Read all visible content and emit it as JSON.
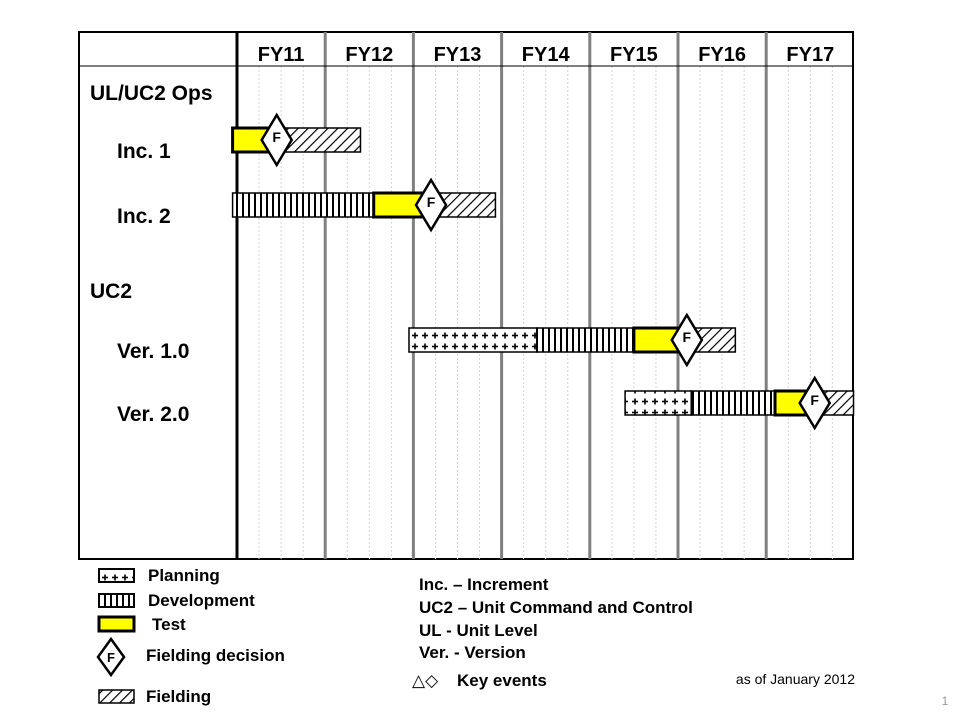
{
  "chart_data": {
    "type": "gantt",
    "time_unit": "fiscal year",
    "periods": [
      "FY11",
      "FY12",
      "FY13",
      "FY14",
      "FY15",
      "FY16",
      "FY17"
    ],
    "groups": [
      {
        "label": "UL/UC2 Ops",
        "rows": [
          {
            "label": "Inc. 1",
            "segments": [
              {
                "phase": "test",
                "start": -0.05,
                "end": 0.45
              },
              {
                "phase": "fielding",
                "start": 0.45,
                "end": 1.4
              }
            ],
            "fielding_decision": 0.45
          },
          {
            "label": "Inc. 2",
            "segments": [
              {
                "phase": "development",
                "start": -0.05,
                "end": 1.55
              },
              {
                "phase": "test",
                "start": 1.55,
                "end": 2.2
              },
              {
                "phase": "fielding",
                "start": 2.2,
                "end": 2.93
              }
            ],
            "fielding_decision": 2.2
          }
        ]
      },
      {
        "label": "UC2",
        "rows": [
          {
            "label": "Ver. 1.0",
            "segments": [
              {
                "phase": "planning",
                "start": 1.95,
                "end": 3.4
              },
              {
                "phase": "development",
                "start": 3.4,
                "end": 4.5
              },
              {
                "phase": "test",
                "start": 4.5,
                "end": 5.1
              },
              {
                "phase": "fielding",
                "start": 5.1,
                "end": 5.65
              }
            ],
            "fielding_decision": 5.1
          },
          {
            "label": "Ver. 2.0",
            "segments": [
              {
                "phase": "planning",
                "start": 4.4,
                "end": 5.15
              },
              {
                "phase": "development",
                "start": 5.15,
                "end": 6.1
              },
              {
                "phase": "test",
                "start": 6.1,
                "end": 6.55
              },
              {
                "phase": "fielding",
                "start": 6.55,
                "end": 6.99
              }
            ],
            "fielding_decision": 6.55
          }
        ]
      }
    ]
  },
  "decision_letter": "F",
  "legend": {
    "items": [
      {
        "key": "planning",
        "label": "Planning"
      },
      {
        "key": "development",
        "label": "Development"
      },
      {
        "key": "test",
        "label": "Test"
      },
      {
        "key": "decision",
        "label": "Fielding decision"
      },
      {
        "key": "fielding",
        "label": "Fielding"
      }
    ],
    "abbreviations": [
      "Inc. – Increment",
      "UC2 – Unit Command and Control",
      "UL - Unit Level",
      "Ver. - Version"
    ],
    "key_events_symbols": "△◇",
    "key_events_label": "Key events"
  },
  "as_of": "as of January 2012",
  "page_number": "1",
  "colors": {
    "test_fill": "#ffff00",
    "outline": "#000000",
    "grid_major": "#808080",
    "grid_minor": "#d4d4d4"
  }
}
